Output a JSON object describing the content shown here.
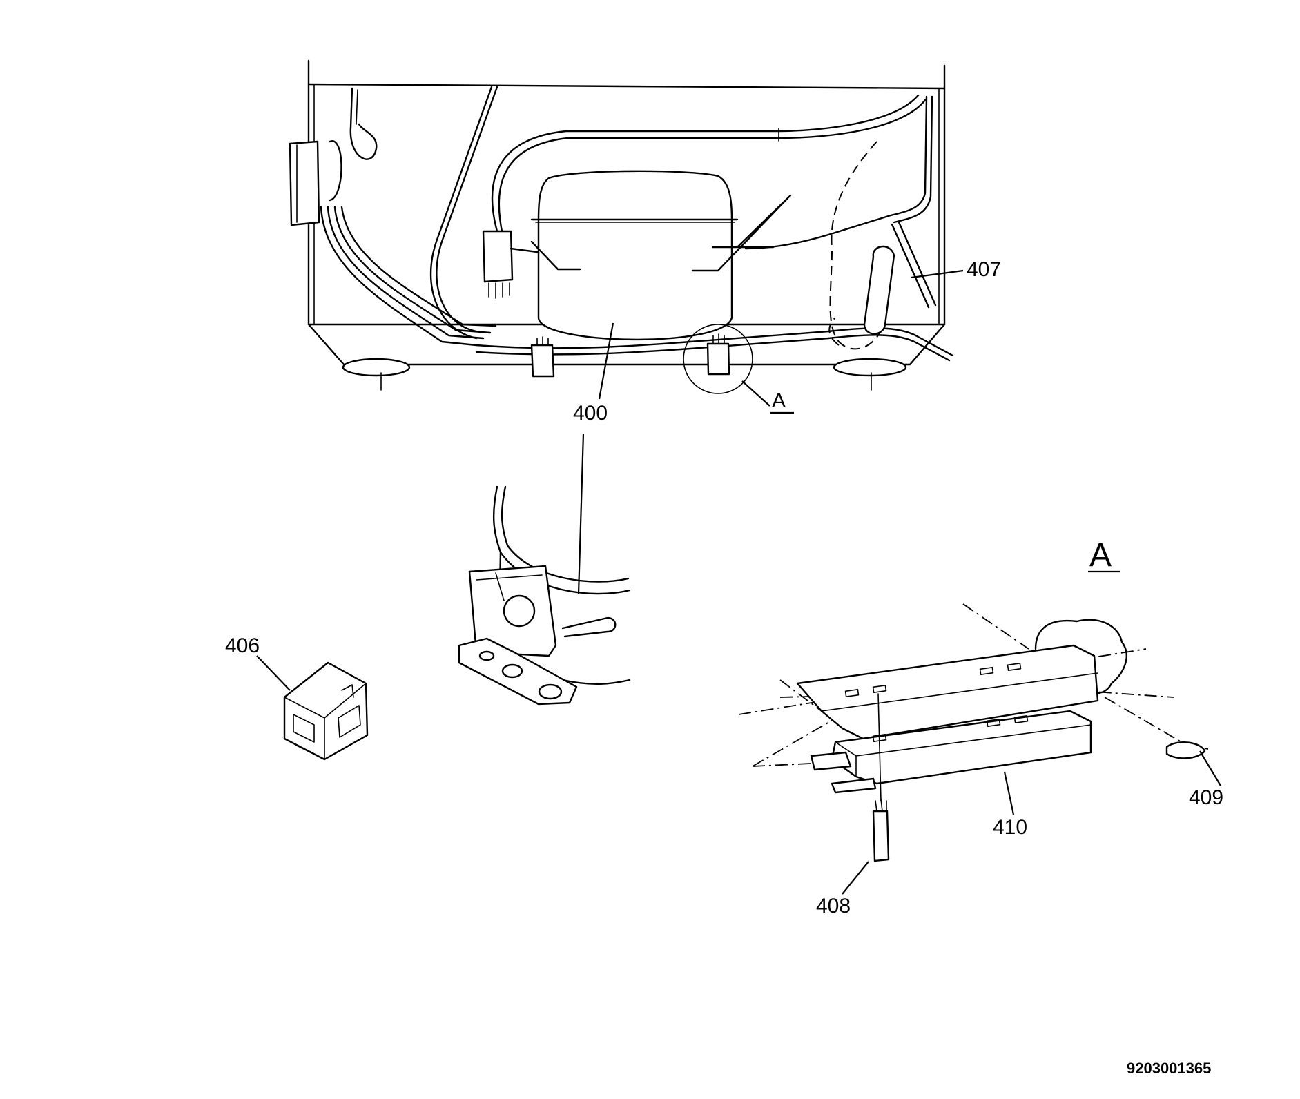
{
  "callouts": {
    "compressor": "400",
    "relay": "406",
    "capacitor": "407",
    "screw": "408",
    "clip": "409",
    "mounting_rail": "410"
  },
  "detail_marker": "A",
  "detail_title": "A",
  "reference_number": "9203001365"
}
